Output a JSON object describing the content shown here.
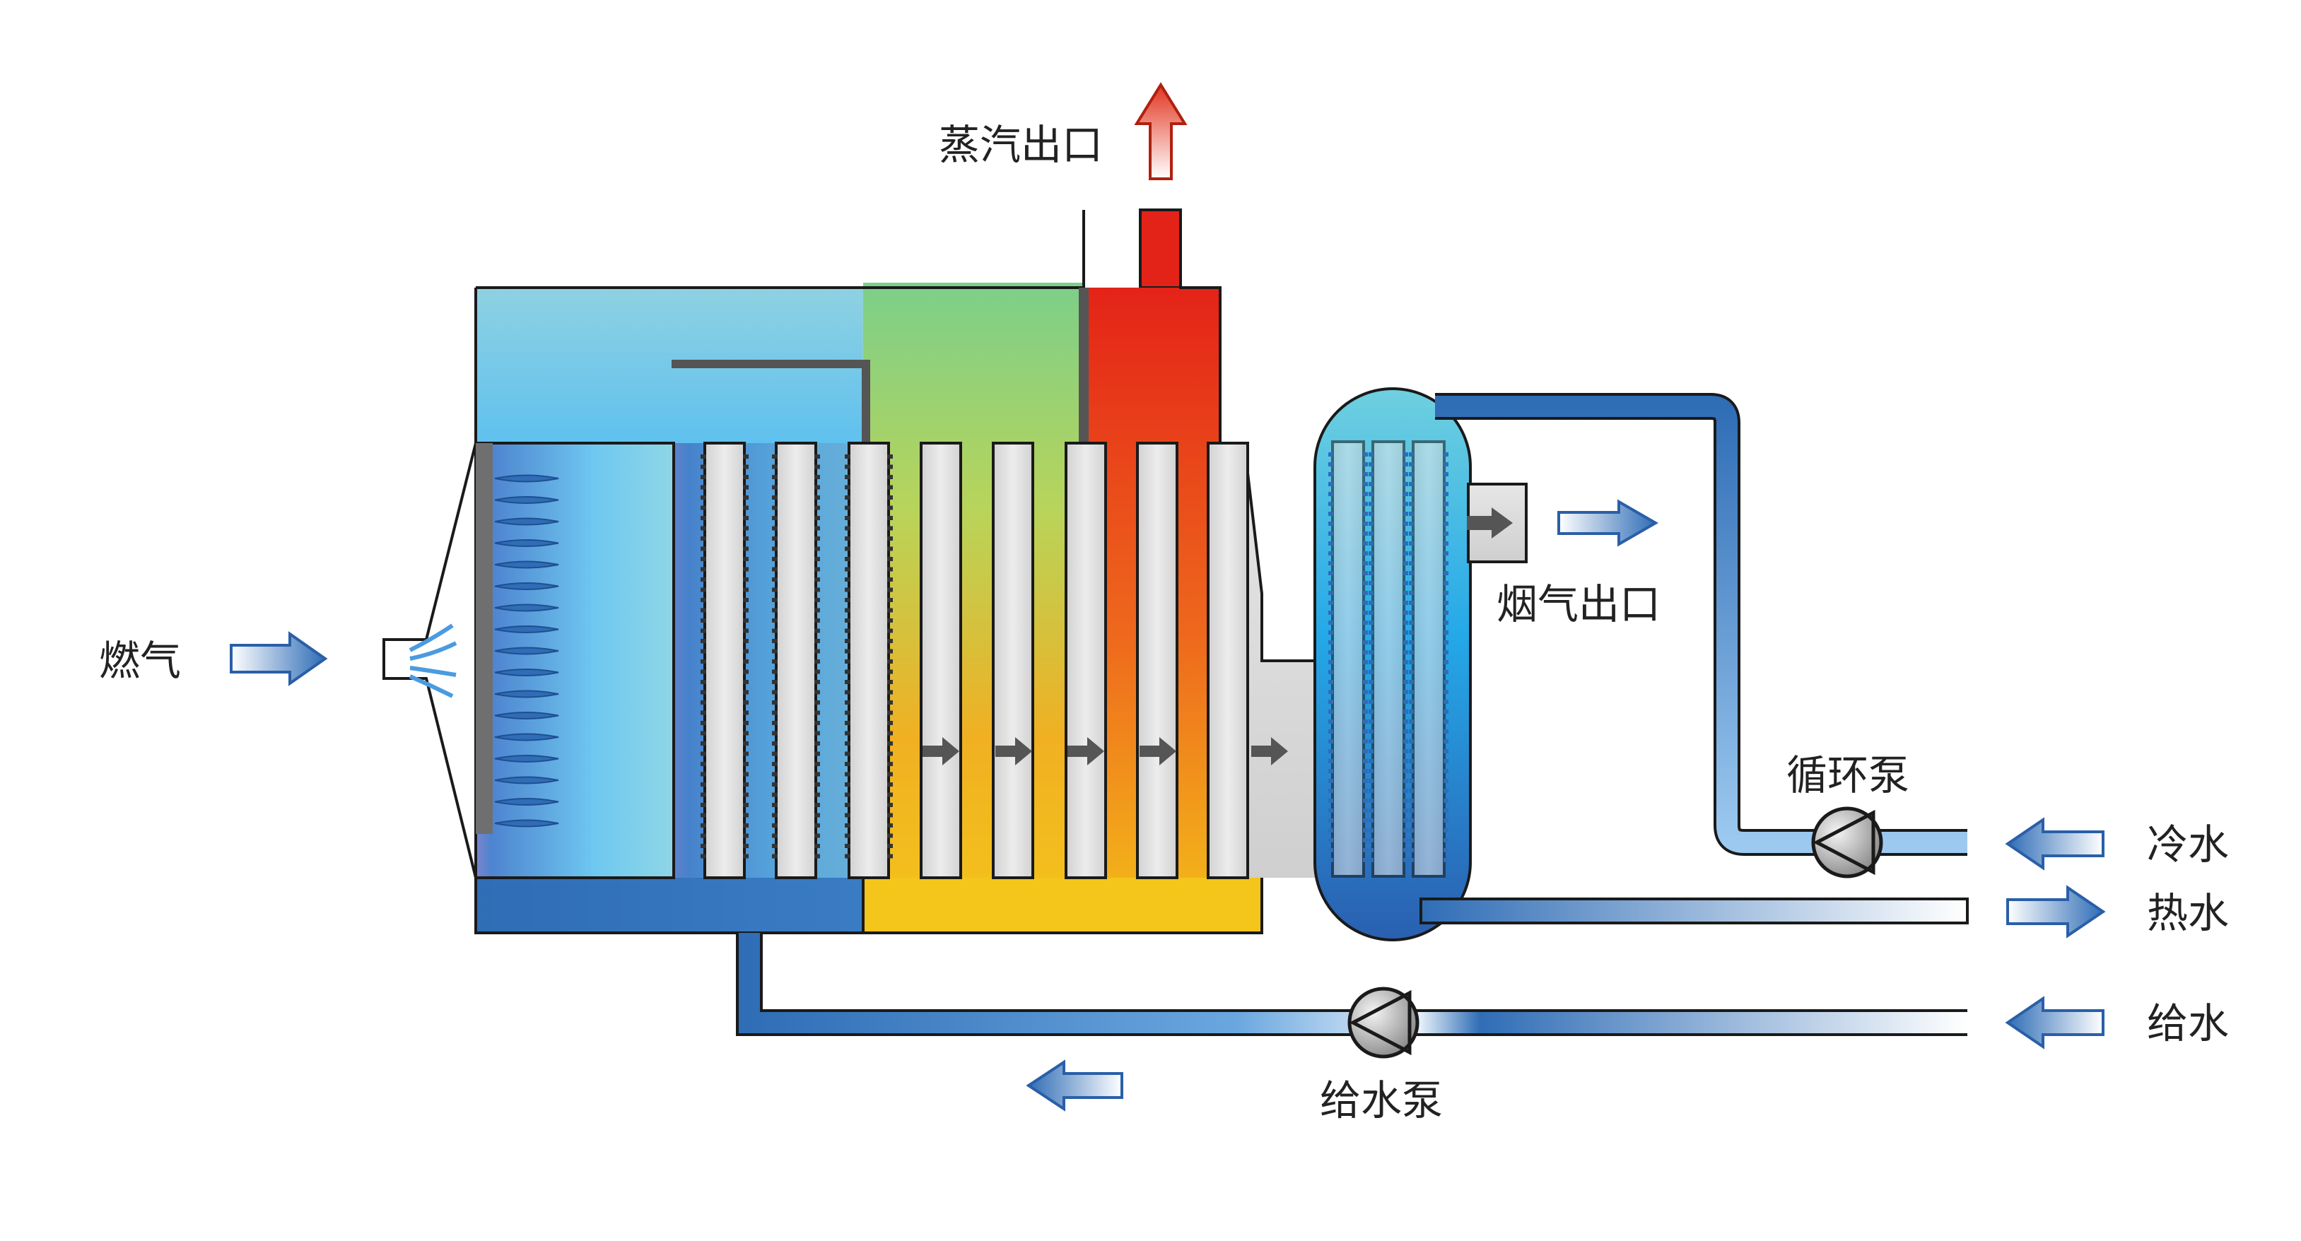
{
  "labels": {
    "gas_inlet": "燃气",
    "steam_outlet": "蒸汽出口",
    "flue_outlet": "烟气出口",
    "circulation_pump": "循环泵",
    "feed_pump": "给水泵",
    "cold_water": "冷水",
    "hot_water": "热水",
    "feed_water": "给水"
  },
  "colors": {
    "water_dark": "#2f6db6",
    "water_light": "#6cc7ee",
    "steam_red": "#e02a1c",
    "flame_yellow": "#f2c21d",
    "outline": "#1a1a1a",
    "tube_gray": "#d9d9d9"
  },
  "icons": [
    "arrow-right-icon",
    "arrow-left-icon",
    "arrow-up-icon",
    "pump-icon",
    "flame-icon"
  ]
}
